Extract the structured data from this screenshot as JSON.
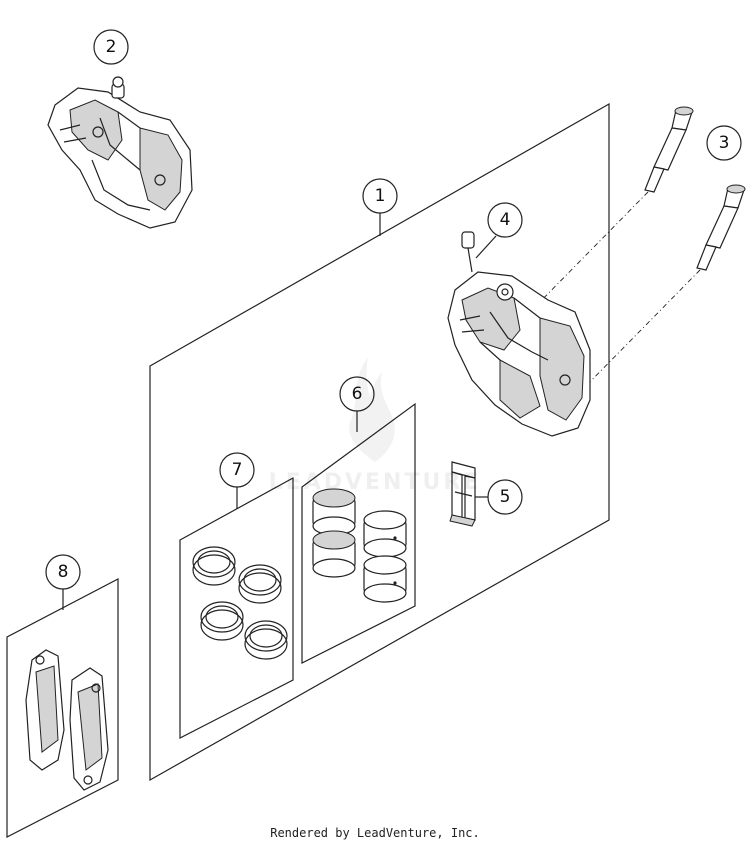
{
  "callouts": [
    {
      "id": "1",
      "label": "1"
    },
    {
      "id": "2",
      "label": "2"
    },
    {
      "id": "3",
      "label": "3"
    },
    {
      "id": "4",
      "label": "4"
    },
    {
      "id": "5",
      "label": "5"
    },
    {
      "id": "6",
      "label": "6"
    },
    {
      "id": "7",
      "label": "7"
    },
    {
      "id": "8",
      "label": "8"
    }
  ],
  "footer": {
    "text": "Rendered by LeadVenture, Inc."
  },
  "watermark": {
    "text": "LEADVENTURE"
  },
  "colors": {
    "line": "#222222",
    "fill": "#ffffff",
    "shade": "#cfcfcf"
  }
}
